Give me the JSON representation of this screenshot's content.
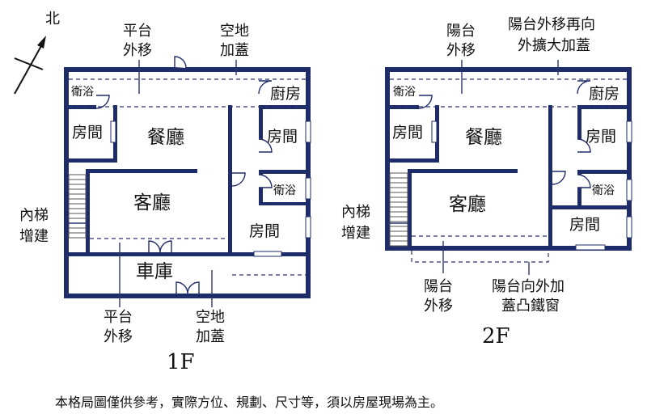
{
  "compass": {
    "north": "北"
  },
  "plan_1f": {
    "floor_label": "1F",
    "rooms": {
      "bath": "衛浴",
      "kitchen": "廚房",
      "bedroom_nw": "房間",
      "dining": "餐廳",
      "bedroom_ne": "房間",
      "living": "客廳",
      "bath_inner": "衛浴",
      "bedroom_se": "房間",
      "garage": "車庫"
    },
    "notes": {
      "platform_top": [
        "平台",
        "外移"
      ],
      "open_top": [
        "空地",
        "加蓋"
      ],
      "stair": [
        "內梯",
        "增建"
      ],
      "platform_bottom": [
        "平台",
        "外移"
      ],
      "open_bottom": [
        "空地",
        "加蓋"
      ]
    }
  },
  "plan_2f": {
    "floor_label": "2F",
    "rooms": {
      "bath": "衛浴",
      "kitchen": "廚房",
      "bedroom_nw": "房間",
      "dining": "餐廳",
      "bedroom_ne": "房間",
      "living": "客廳",
      "bath_inner": "衛浴",
      "bedroom_se": "房間"
    },
    "notes": {
      "balcony_top": [
        "陽台",
        "外移"
      ],
      "balcony_expand": [
        "陽台外移再向",
        "外擴大加蓋"
      ],
      "stair": [
        "內梯",
        "增建"
      ],
      "balcony_bottom": [
        "陽台",
        "外移"
      ],
      "window": [
        "陽台向外加",
        "蓋凸鐵窗"
      ]
    }
  },
  "disclaimer": "本格局圖僅供參考，實際方位、規劃、尺寸等，須以房屋現場為主。"
}
